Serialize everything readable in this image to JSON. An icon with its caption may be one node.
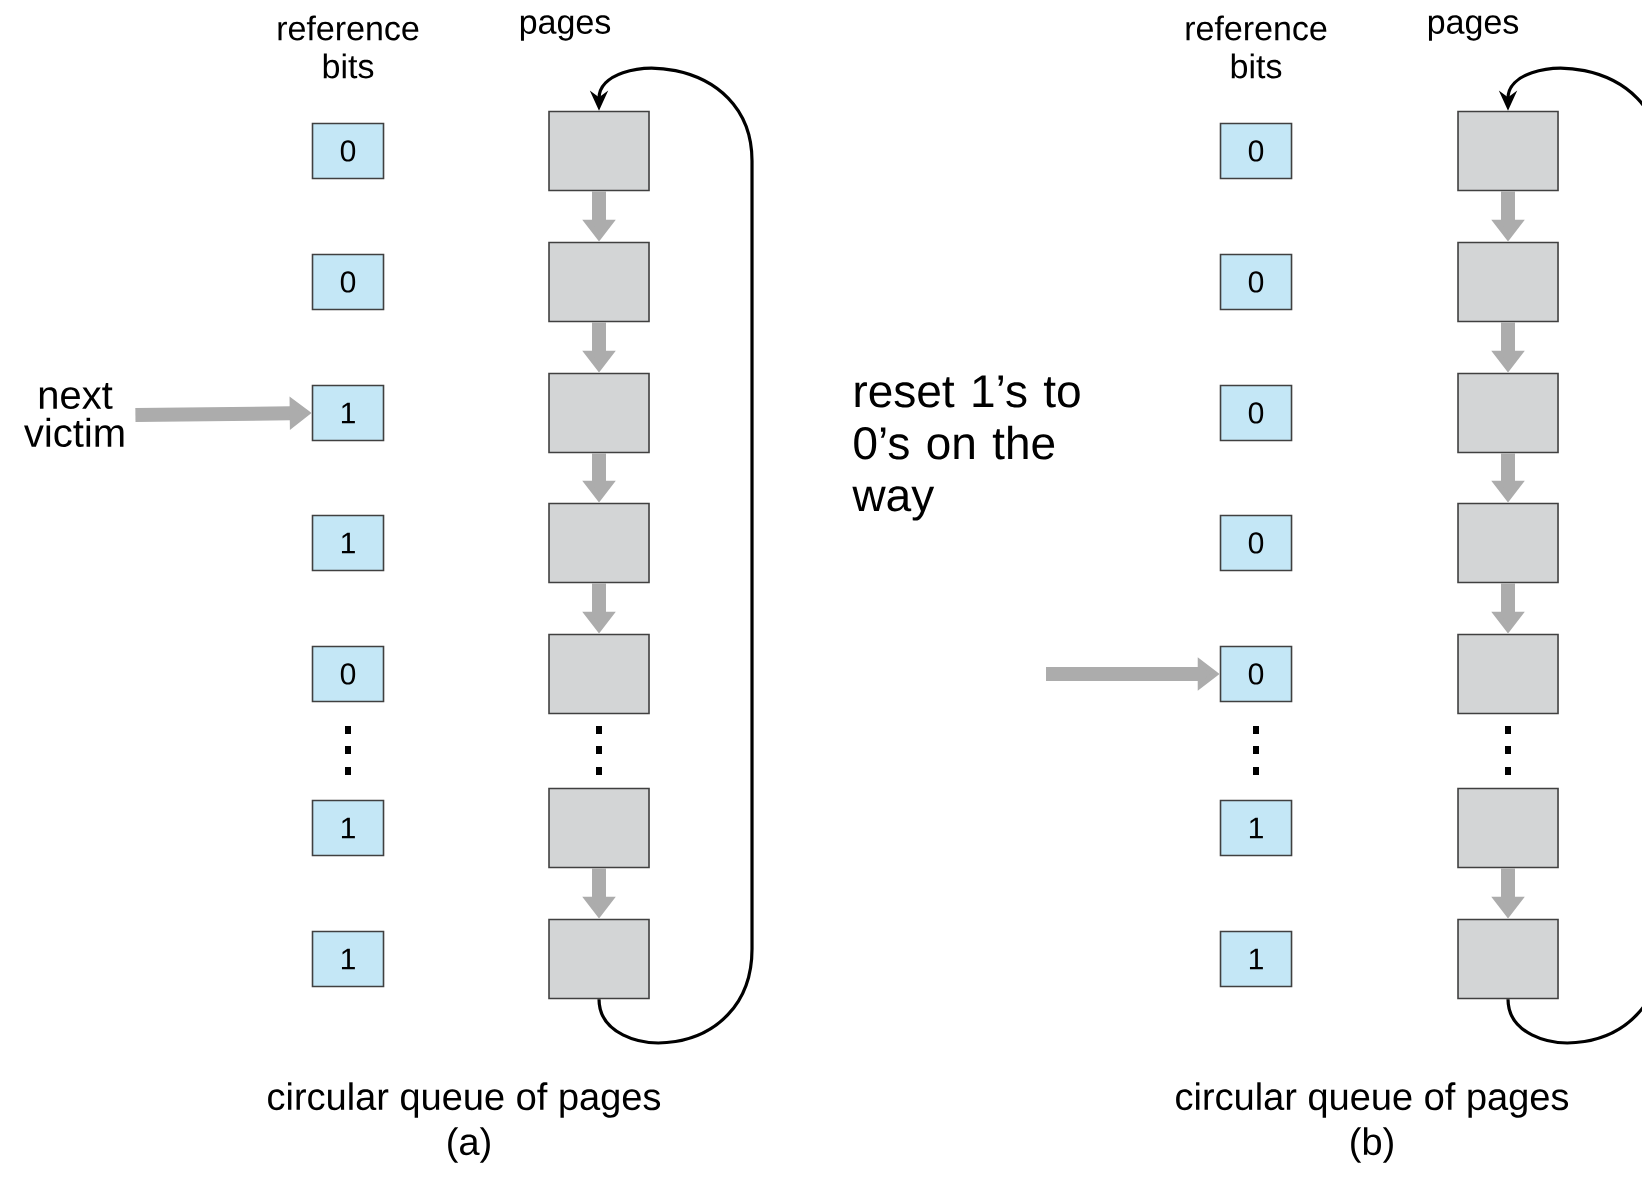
{
  "diagram": {
    "nodes": [
      {
        "text": [
          "next victim"
        ]
      },
      {
        "text": [
          "0"
        ]
      },
      {
        "text": [
          "0"
        ]
      },
      {
        "text": [
          "1"
        ]
      },
      {
        "text": [
          "1"
        ]
      },
      {
        "text": [
          "0"
        ]
      },
      {
        "text": [
          "1"
        ]
      },
      {
        "text": [
          "1"
        ]
      },
      {
        "text": [],
        "shape": "box"
      },
      {
        "text": [],
        "shape": "box"
      },
      {
        "text": [],
        "shape": "box"
      },
      {
        "text": [],
        "shape": "box"
      },
      {
        "text": [],
        "shape": "box"
      },
      {
        "text": [],
        "shape": "box"
      },
      {
        "text": [],
        "shape": "box"
      },
      {
        "text": [
          "0"
        ]
      },
      {
        "text": [
          "0"
        ]
      },
      {
        "text": [
          "0"
        ]
      },
      {
        "text": [
          "0"
        ]
      },
      {
        "text": [
          "0"
        ]
      },
      {
        "text": [
          "1"
        ]
      },
      {
        "text": [
          "1"
        ]
      },
      {
        "text": [],
        "shape": "box"
      },
      {
        "text": [],
        "shape": "box"
      },
      {
        "text": [],
        "shape": "box"
      },
      {
        "text": [],
        "shape": "box"
      },
      {
        "text": [],
        "shape": "box"
      },
      {
        "text": [],
        "shape": "box"
      },
      {
        "text": [],
        "shape": "box"
      }
    ],
    "edges": [
      {
        "from": 0,
        "to": 3,
        "arrow": "to"
      },
      {
        "from": 8,
        "to": 9,
        "arrow": "to"
      },
      {
        "from": 9,
        "to": 10,
        "arrow": "to"
      },
      {
        "from": 10,
        "to": 11,
        "arrow": "to"
      },
      {
        "from": 11,
        "to": 12,
        "arrow": "to"
      },
      {
        "from": 13,
        "to": 14,
        "arrow": "to"
      },
      {
        "from": 14,
        "to": 8,
        "arrow": "to",
        "color": "#000000"
      },
      {
        "from": null,
        "to": 19,
        "arrow": "to"
      },
      {
        "from": 22,
        "to": 23,
        "arrow": "to"
      },
      {
        "from": 23,
        "to": 24,
        "arrow": "to"
      },
      {
        "from": 24,
        "to": 25,
        "arrow": "to"
      },
      {
        "from": 25,
        "to": 26,
        "arrow": "to"
      },
      {
        "from": 27,
        "to": 28,
        "arrow": "to"
      },
      {
        "from": 28,
        "to": 22,
        "arrow": "to",
        "color": "#000000"
      }
    ],
    "labels": [
      "reference bits",
      "pages",
      "reference bits",
      "pages",
      "reset 1’s to 0’s on the way",
      "circular queue of pages",
      "circular queue of pages",
      "(a)",
      "(b)"
    ]
  }
}
